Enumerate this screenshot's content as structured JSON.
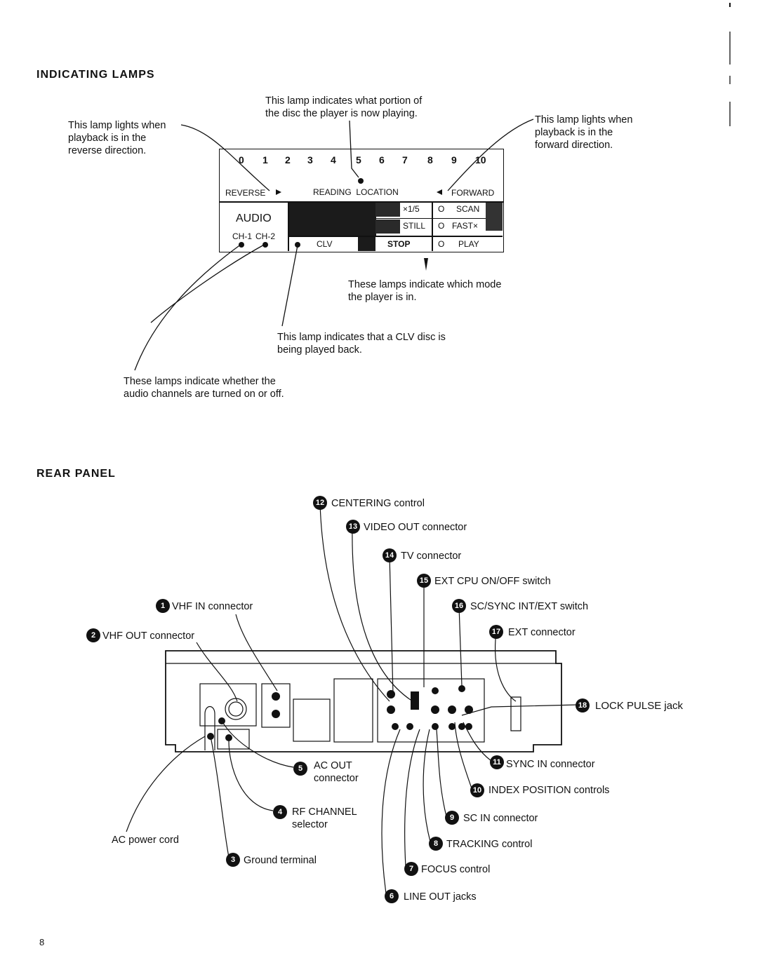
{
  "indicating": {
    "heading": "INDICATING LAMPS",
    "reverse_callout": [
      "This lamp lights when",
      "playback is in the",
      "reverse direction."
    ],
    "portion_callout": [
      "This lamp indicates what portion of",
      "the disc the player is now playing."
    ],
    "forward_callout": [
      "This lamp lights when",
      "playback is in the",
      "forward direction."
    ],
    "mode_callout": [
      "These lamps indicate which mode",
      "the player is in."
    ],
    "clv_callout": [
      "This lamp indicates that a CLV disc is",
      "being played back."
    ],
    "audio_callout": [
      "These lamps indicate whether the",
      "audio channels are turned on or off."
    ]
  },
  "display": {
    "numbers": [
      "0",
      "1",
      "2",
      "3",
      "4",
      "5",
      "6",
      "7",
      "8",
      "9",
      "10"
    ],
    "reverse": "REVERSE",
    "reading_location": "READING  LOCATION",
    "forward": "FORWARD",
    "audio": "AUDIO",
    "ch1": "CH-1",
    "ch2": "CH-2",
    "x15": "×1/5",
    "still": "STILL",
    "scan": "SCAN",
    "fastx": "FAST×",
    "clv": "CLV",
    "stop": "STOP",
    "play": "PLAY",
    "lamp_o": "O"
  },
  "rear": {
    "heading": "REAR PANEL",
    "items": [
      {
        "n": "1",
        "label": "VHF IN connector"
      },
      {
        "n": "2",
        "label": "VHF OUT connector"
      },
      {
        "n": "3",
        "label": "Ground terminal"
      },
      {
        "n": "4",
        "label": "RF CHANNEL",
        "label2": "selector"
      },
      {
        "n": "5",
        "label": "AC OUT",
        "label2": "connector"
      },
      {
        "n": "6",
        "label": "LINE OUT jacks"
      },
      {
        "n": "7",
        "label": "FOCUS control"
      },
      {
        "n": "8",
        "label": "TRACKING control"
      },
      {
        "n": "9",
        "label": "SC IN connector"
      },
      {
        "n": "10",
        "label": "INDEX POSITION controls"
      },
      {
        "n": "11",
        "label": "SYNC IN connector"
      },
      {
        "n": "12",
        "label": "CENTERING control"
      },
      {
        "n": "13",
        "label": "VIDEO OUT connector"
      },
      {
        "n": "14",
        "label": "TV connector"
      },
      {
        "n": "15",
        "label": "EXT CPU ON/OFF switch"
      },
      {
        "n": "16",
        "label": "SC/SYNC INT/EXT switch"
      },
      {
        "n": "17",
        "label": "EXT connector"
      },
      {
        "n": "18",
        "label": "LOCK PULSE jack"
      }
    ],
    "ac_power_cord": "AC power cord"
  },
  "page_number": "8"
}
